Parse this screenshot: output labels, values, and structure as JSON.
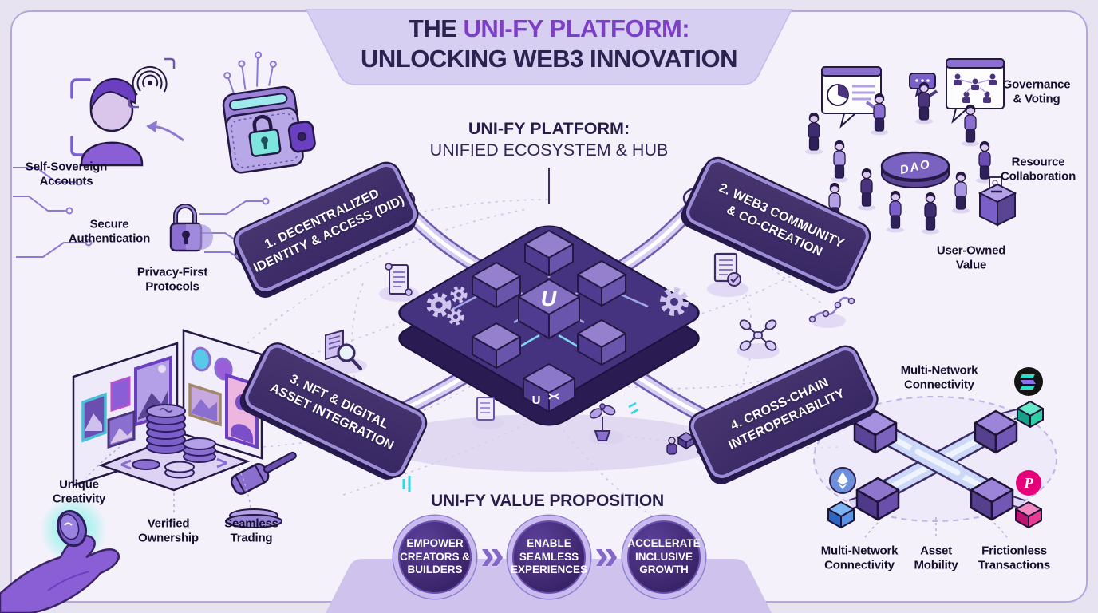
{
  "title": {
    "prefix": "THE ",
    "highlight": "UNI-FY PLATFORM:",
    "line2": "UNLOCKING WEB3 INNOVATION"
  },
  "hub": {
    "title": "UNI-FY PLATFORM:",
    "subtitle": "UNIFIED ECOSYSTEM & HUB",
    "logo_letter": "U"
  },
  "pillars": [
    {
      "label": "1. DECENTRALIZED\nIDENTITY & ACCESS (DID)"
    },
    {
      "label": "2. WEB3 COMMUNITY\n& CO-CREATION"
    },
    {
      "label": "3. NFT & DIGITAL\nASSET INTEGRATION"
    },
    {
      "label": "4. CROSS-CHAIN\nINTEROPERABILITY"
    }
  ],
  "identity_cluster": {
    "labels": [
      "Self-Sovereign\nAccounts",
      "Secure\nAuthentication",
      "Privacy-First\nProtocols"
    ]
  },
  "community_cluster": {
    "dao_label": "DAO",
    "labels": [
      "Governance\n& Voting",
      "Resource\nCollaboration",
      "User-Owned\nValue"
    ]
  },
  "nft_cluster": {
    "labels": [
      "Unique\nCreativity",
      "Verified\nOwnership",
      "Seamless\nTrading"
    ]
  },
  "crosschain_cluster": {
    "top_label": "Multi-Network\nConnectivity",
    "labels": [
      "Multi-Network\nConnectivity",
      "Asset\nMobility",
      "Frictionless\nTransactions"
    ],
    "polkadot_letter": "P"
  },
  "value_proposition": {
    "heading": "UNI-FY VALUE PROPOSITION",
    "steps": [
      "EMPOWER\nCREATORS &\nBUILDERS",
      "ENABLE\nSEAMLESS\nEXPERIENCES",
      "ACCELERATE\nINCLUSIVE\nGROWTH"
    ],
    "arrow_glyph": "»"
  },
  "colors": {
    "background": "#e7e3f0",
    "panel": "#f4f1fb",
    "banner_purple": "#3d2c6e",
    "title_purple": "#7e3fc8",
    "dark_navy": "#27204b",
    "teal_accent": "#2bd8c8",
    "pink_accent": "#e6007a",
    "eth_blue": "#6e90dc",
    "solana_dark": "#141414"
  }
}
